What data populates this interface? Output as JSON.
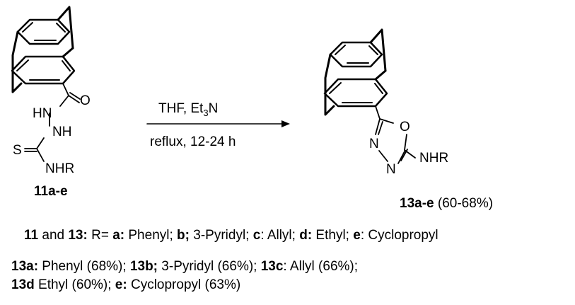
{
  "reactant": {
    "atoms": {
      "amide_o": "O",
      "hn": "HN",
      "nh": "NH",
      "s": "S",
      "nhr": "NHR"
    },
    "label": "11a-e"
  },
  "conditions": {
    "above_solvent": "THF, Et",
    "above_sub": "3",
    "above_n": "N",
    "below": "reflux, 12-24 h"
  },
  "product": {
    "atoms": {
      "o": "O",
      "n1": "N",
      "n2": "N",
      "nhr": "NHR"
    },
    "label": "13a-e",
    "yield": "(60-68%)"
  },
  "legend": {
    "line1": [
      {
        "t": "11",
        "b": true
      },
      {
        "t": " and ",
        "b": false
      },
      {
        "t": "13:",
        "b": true
      },
      {
        "t": " R= ",
        "b": false
      },
      {
        "t": "a:",
        "b": true
      },
      {
        "t": " Phenyl; ",
        "b": false
      },
      {
        "t": "b;",
        "b": true
      },
      {
        "t": " 3-Pyridyl; ",
        "b": false
      },
      {
        "t": "c",
        "b": true
      },
      {
        "t": ": Allyl; ",
        "b": false
      },
      {
        "t": "d:",
        "b": true
      },
      {
        "t": " Ethyl; ",
        "b": false
      },
      {
        "t": "e",
        "b": true
      },
      {
        "t": ": Cyclopropyl",
        "b": false
      }
    ],
    "line2": [
      {
        "t": "13a:",
        "b": true
      },
      {
        "t": " Phenyl (68%); ",
        "b": false
      },
      {
        "t": "13b;",
        "b": true
      },
      {
        "t": " 3-Pyridyl (66%); ",
        "b": false
      },
      {
        "t": "13c",
        "b": true
      },
      {
        "t": ": Allyl (66%);",
        "b": false
      }
    ],
    "line3": [
      {
        "t": "13d",
        "b": true
      },
      {
        "t": " Ethyl (60%); ",
        "b": false
      },
      {
        "t": "e:",
        "b": true
      },
      {
        "t": " Cyclopropyl (63%)",
        "b": false
      }
    ]
  }
}
